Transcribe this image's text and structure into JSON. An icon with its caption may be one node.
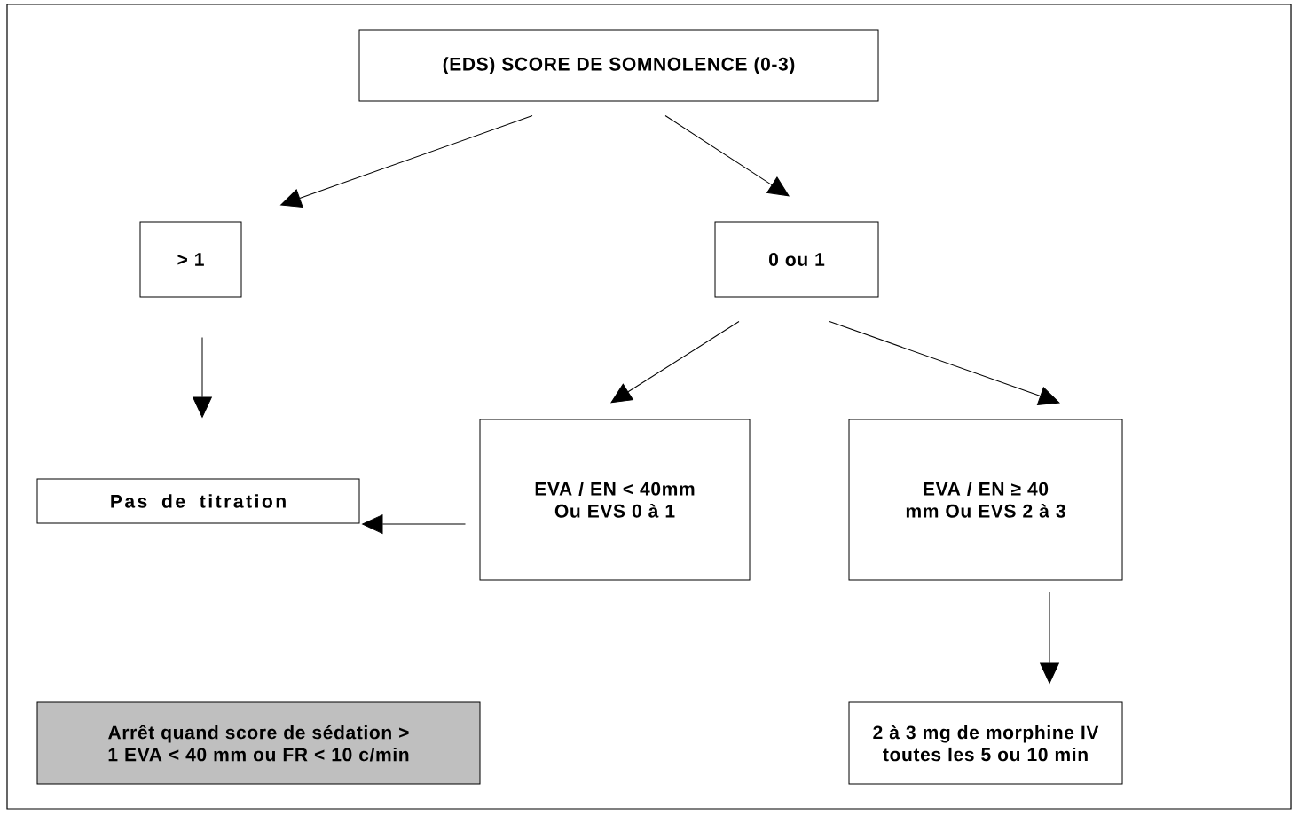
{
  "diagram": {
    "nodes": [
      {
        "text": [
          "(EDS)   SCORE DE SOMNOLENCE (0-3)"
        ]
      },
      {
        "text": [
          "> 1"
        ]
      },
      {
        "text": [
          "0 ou 1"
        ]
      },
      {
        "text": [
          "Pas de titration"
        ]
      },
      {
        "text": [
          "EVA / EN < 40mm Ou EVS 0 à 1"
        ]
      },
      {
        "text": [
          "EVA / EN ≥ 40 mm Ou EVS 2 à 3"
        ]
      },
      {
        "text": [
          "Arrêt quand score de sédation > 1 EVA < 40 mm ou FR < 10 c/min"
        ]
      },
      {
        "text": [
          "2 à 3 mg de morphine IV toutes les 5 ou 10 min"
        ]
      }
    ],
    "edges": [
      {
        "from": 0,
        "to": 1,
        "arrow": "to"
      },
      {
        "from": 0,
        "to": 2,
        "arrow": "to"
      },
      {
        "from": 1,
        "to": 3,
        "arrow": "to"
      },
      {
        "from": 2,
        "to": 4,
        "arrow": "to"
      },
      {
        "from": 2,
        "to": 5,
        "arrow": "to"
      },
      {
        "from": 4,
        "to": 3,
        "arrow": "to"
      },
      {
        "from": 5,
        "to": 7,
        "arrow": "to"
      }
    ]
  }
}
